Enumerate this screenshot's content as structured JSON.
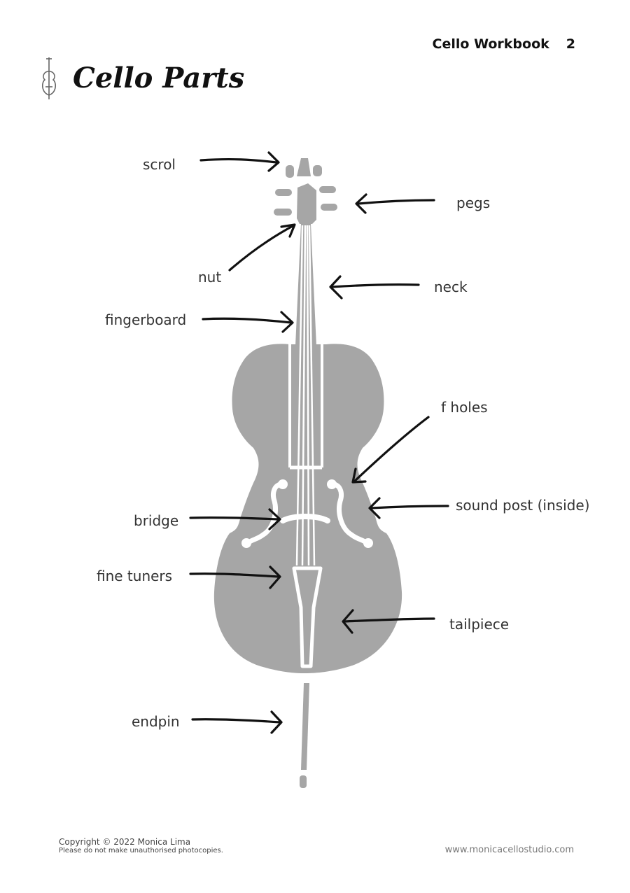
{
  "header": {
    "workbook_title": "Cello Workbook",
    "page_number": "2"
  },
  "page_title": "Cello Parts",
  "diagram": {
    "colors": {
      "body": "#a6a6a6",
      "arrow": "#111111",
      "label": "#333333"
    },
    "labels": {
      "scrol": "scrol",
      "pegs": "pegs",
      "nut": "nut",
      "neck": "neck",
      "fingerboard": "fingerboard",
      "f_holes": "f holes",
      "sound_post": "sound post (inside)",
      "bridge": "bridge",
      "fine_tuners": "fine tuners",
      "tailpiece": "tailpiece",
      "endpin": "endpin"
    }
  },
  "footer": {
    "copyright": "Copyright © 2022 Monica Lima",
    "notice": "Please do not make unauthorised photocopies.",
    "website": "www.monicacellostudio.com"
  }
}
